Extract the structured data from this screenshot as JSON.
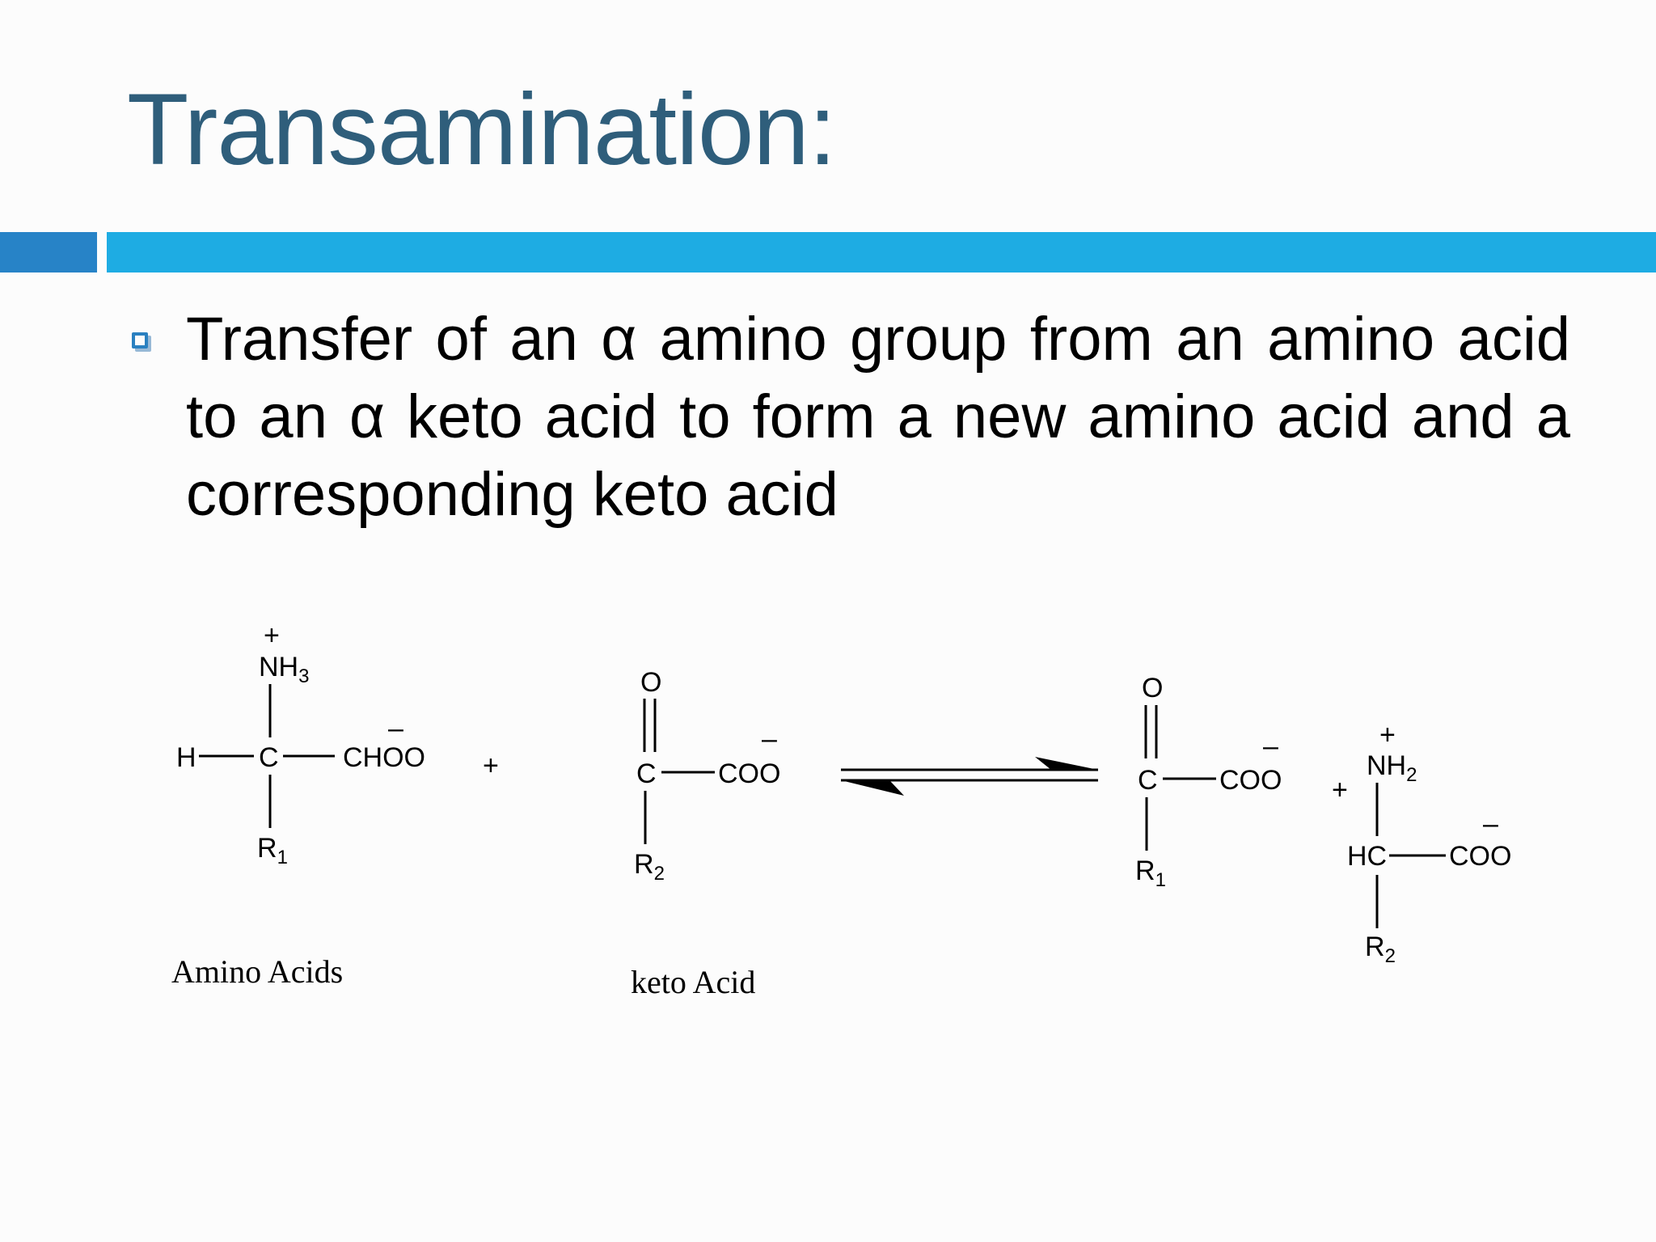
{
  "slide": {
    "title": "Transamination:",
    "bullet": "Transfer of an α amino group from an amino acid to an α keto acid to form a new amino acid and a corresponding keto acid"
  },
  "reaction": {
    "amino_acid": {
      "top_group": "NH",
      "top_group_sub": "3",
      "top_charge": "+",
      "left_atom": "H",
      "center_atom": "C",
      "right_group": "CHOO",
      "right_charge": "–",
      "bottom_group": "R",
      "bottom_sub": "1",
      "caption": "Amino Acids"
    },
    "plus_1": "+",
    "keto_acid": {
      "top_atom": "O",
      "center_atom": "C",
      "right_group": "COO",
      "right_charge": "–",
      "bottom_group": "R",
      "bottom_sub": "2",
      "caption": "keto Acid"
    },
    "product_keto": {
      "top_atom": "O",
      "center_atom": "C",
      "right_group": "COO",
      "right_charge": "–",
      "bottom_group": "R",
      "bottom_sub": "1"
    },
    "plus_2": "+",
    "product_amino": {
      "top_group": "NH",
      "top_group_sub": "2",
      "top_charge": "+",
      "center_atom": "HC",
      "right_group": "COO",
      "right_charge": "–",
      "bottom_group": "R",
      "bottom_sub": "2"
    }
  }
}
